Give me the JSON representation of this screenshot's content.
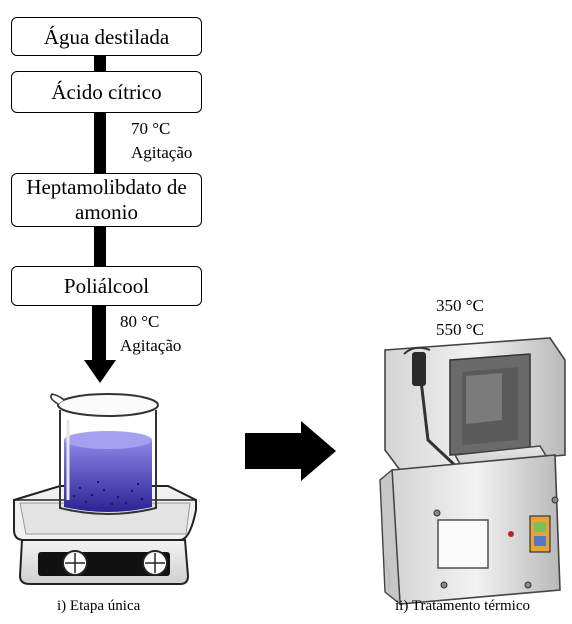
{
  "steps": [
    {
      "text": "Água destilada"
    },
    {
      "text": "Ácido cítrico"
    },
    {
      "text": "Heptamolibdato de amonio"
    },
    {
      "text": "Poliálcool"
    }
  ],
  "conditions_1": {
    "temperature": "70 °C",
    "action": "Agitação"
  },
  "conditions_2": {
    "temperature": "80 °C",
    "action": "Agitação"
  },
  "furnace_conditions": {
    "temp_1": "350 °C",
    "temp_2": "550 °C"
  },
  "captions": {
    "stage_1": "i) Etapa única",
    "stage_2": "ii) Tratamento térmico"
  }
}
